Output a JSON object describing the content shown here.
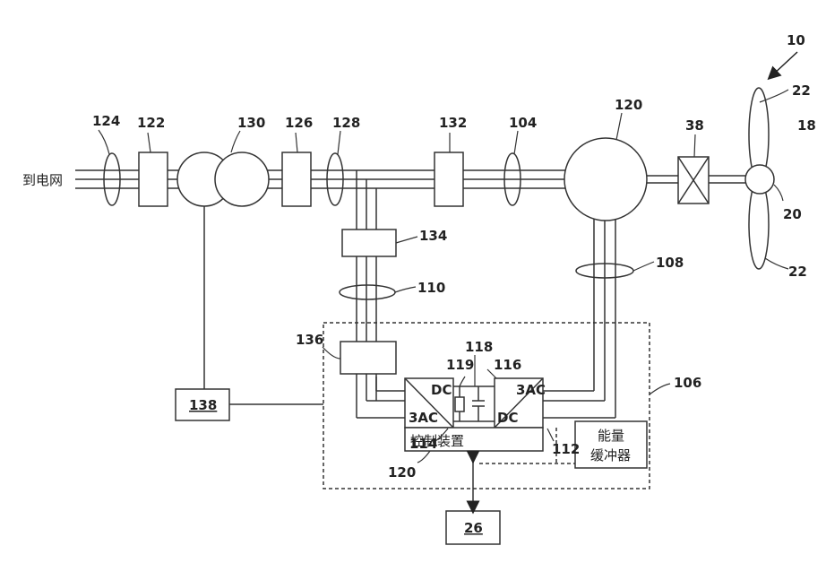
{
  "labels": {
    "system": "10",
    "blade_top": "22",
    "blade_bottom": "22",
    "rotor": "18",
    "hub": "20",
    "gearbox": "38",
    "generator": "120",
    "sensor_104": "104",
    "breaker_132": "132",
    "sensor_128": "128",
    "breaker_126": "126",
    "transformer": "130",
    "breaker_122": "122",
    "sensor_124": "124",
    "grid": "到电网",
    "breaker_134": "134",
    "sensor_110": "110",
    "sensor_108": "108",
    "breaker_136": "136",
    "converter_box": "106",
    "cap_118": "118",
    "res_119": "119",
    "dc_link": "116",
    "line_conv_top": "DC",
    "line_conv_bottom": "3AC",
    "rotor_conv_top": "3AC",
    "rotor_conv_bottom": "DC",
    "line_conv_ref": "114",
    "rotor_conv_ref": "112",
    "controller": "控制装置",
    "controller_ref": "120",
    "energy_buffer_line1": "能量",
    "energy_buffer_line2": "缓冲器",
    "box_138": "138",
    "box_26": "26"
  }
}
